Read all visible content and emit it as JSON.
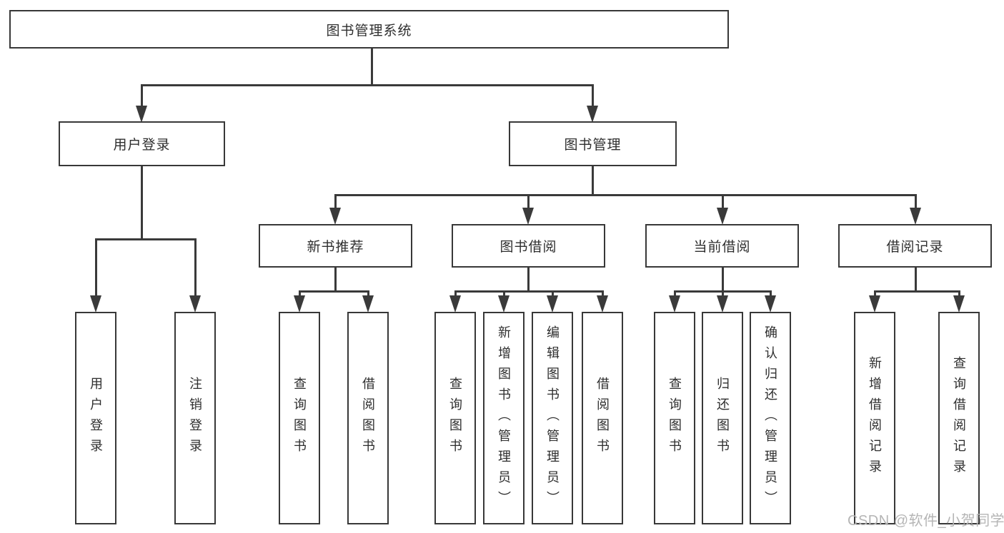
{
  "diagram": {
    "title_node": {
      "label": "图书管理系统"
    },
    "level2": [
      {
        "id": "user-login",
        "label": "用户登录"
      },
      {
        "id": "book-management",
        "label": "图书管理"
      }
    ],
    "categories": [
      {
        "id": "new-book-recommend",
        "parent": "book-management",
        "label": "新书推荐"
      },
      {
        "id": "book-borrowing",
        "parent": "book-management",
        "label": "图书借阅"
      },
      {
        "id": "current-borrowing",
        "parent": "book-management",
        "label": "当前借阅"
      },
      {
        "id": "borrowing-records",
        "parent": "book-management",
        "label": "借阅记录"
      }
    ],
    "leaves": [
      {
        "parent": "user-login",
        "label": "用户登录"
      },
      {
        "parent": "user-login",
        "label": "注销登录"
      },
      {
        "parent": "new-book-recommend",
        "label": "查询图书"
      },
      {
        "parent": "new-book-recommend",
        "label": "借阅图书"
      },
      {
        "parent": "book-borrowing",
        "label": "查询图书"
      },
      {
        "parent": "book-borrowing",
        "label": "新增图书（管理员）"
      },
      {
        "parent": "book-borrowing",
        "label": "编辑图书（管理员）"
      },
      {
        "parent": "book-borrowing",
        "label": "借阅图书"
      },
      {
        "parent": "current-borrowing",
        "label": "查询图书"
      },
      {
        "parent": "current-borrowing",
        "label": "归还图书"
      },
      {
        "parent": "current-borrowing",
        "label": "确认归还（管理员）"
      },
      {
        "parent": "borrowing-records",
        "label": "新增借阅记录"
      },
      {
        "parent": "borrowing-records",
        "label": "查询借阅记录"
      }
    ]
  },
  "watermark": {
    "text": "CSDN @软件_小贺同学",
    "color": "#b5b5b5"
  },
  "colors": {
    "line": "#3a3a3a",
    "box_border": "#383838",
    "box_bg": "#ffffff"
  }
}
